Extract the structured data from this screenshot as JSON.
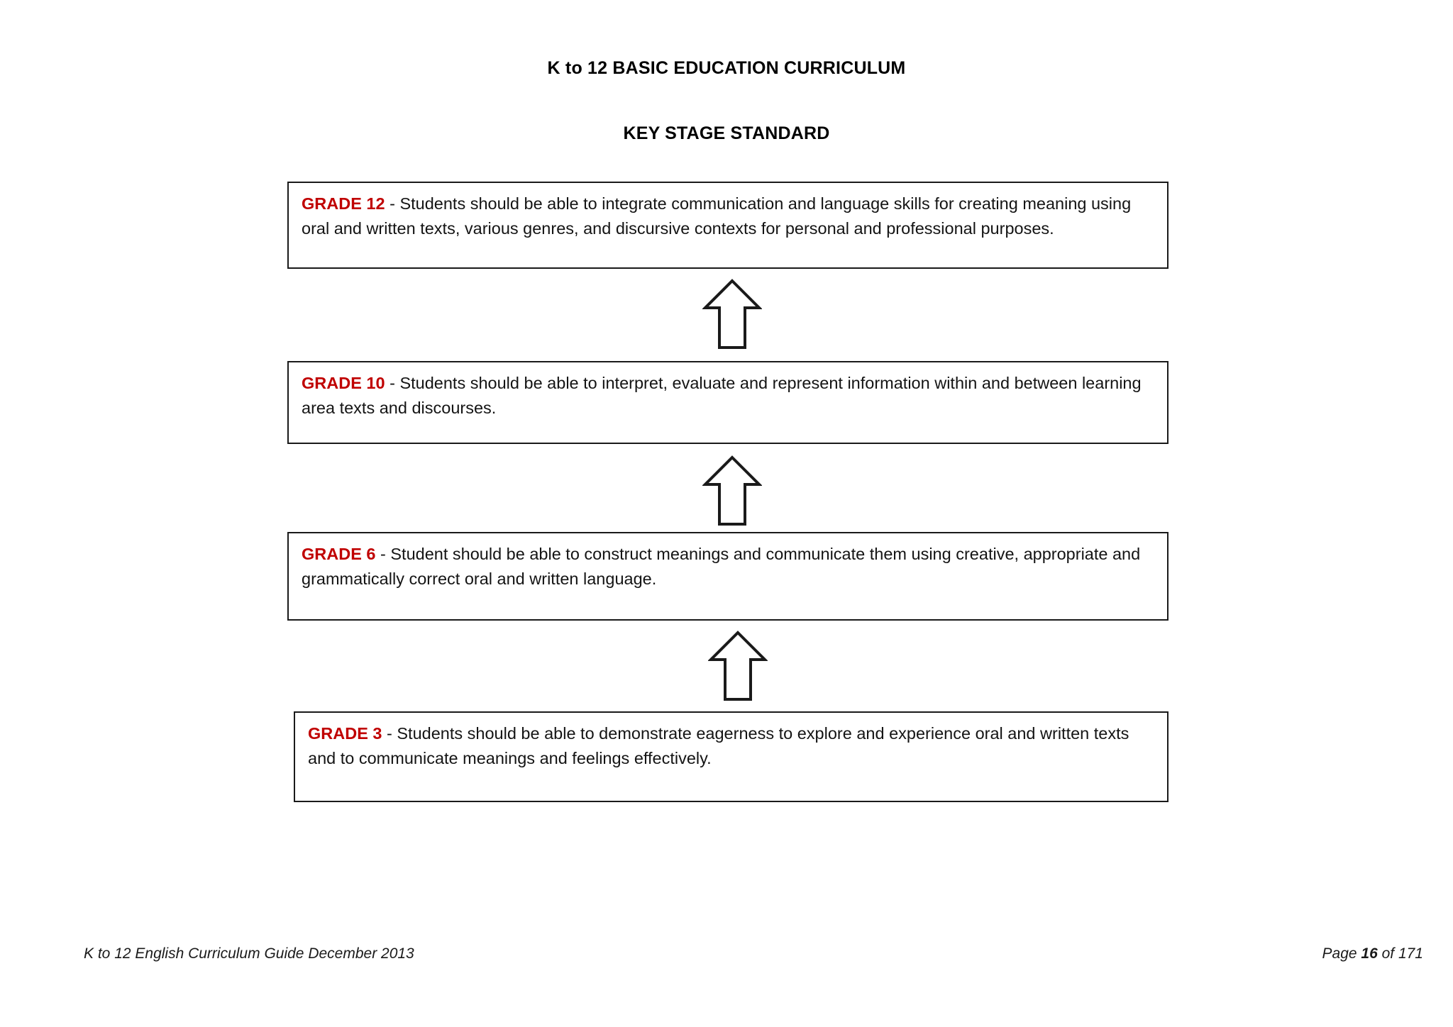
{
  "document": {
    "title_main": "K to 12 BASIC EDUCATION CURRICULUM",
    "title_sub": "KEY STAGE STANDARD"
  },
  "diagram": {
    "type": "progression-ladder",
    "direction": "bottom-to-top",
    "arrow_icon_name": "up-arrow-icon",
    "accent_color": "#C00000",
    "border_color": "#1a1a1a",
    "levels": [
      {
        "id": "grade-12",
        "label": "GRADE 12",
        "separator": " - ",
        "body": "Students should be able to integrate communication and language skills for creating meaning using oral and written texts, various genres, and discursive contexts for personal and professional purposes."
      },
      {
        "id": "grade-10",
        "label": "GRADE 10",
        "separator": " - ",
        "body": "Students should be able to interpret, evaluate and represent information within and between learning area texts and discourses."
      },
      {
        "id": "grade-6",
        "label": "GRADE 6",
        "separator": " - ",
        "body": "Student should be able to construct meanings and communicate them using creative, appropriate and grammatically correct oral and written language."
      },
      {
        "id": "grade-3",
        "label": "GRADE 3",
        "separator": " - ",
        "body": "Students should be able to demonstrate eagerness to explore and experience oral and written texts and to communicate meanings and feelings effectively."
      }
    ]
  },
  "footer": {
    "left": "K to 12 English Curriculum Guide December 2013",
    "right_prefix": "Page ",
    "page_number": "16",
    "right_suffix": " of 171"
  }
}
